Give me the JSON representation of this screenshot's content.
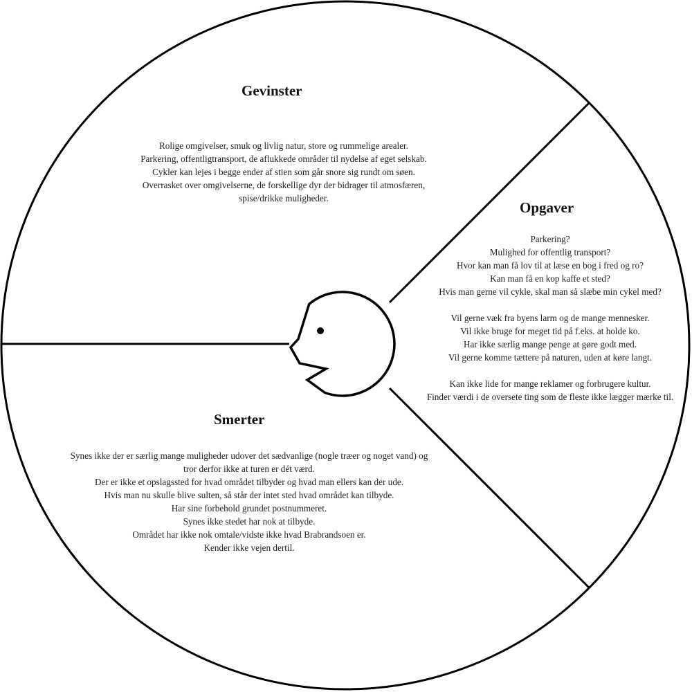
{
  "gevinster": {
    "title": "Gevinster",
    "lines": [
      "Rolige omgivelser, smuk og livlig natur, store og rummelige arealer.",
      "Parkering, offentligtransport, de aflukkede områder til nydelse af eget selskab.",
      "Cykler kan lejes i begge ender af stien som går snore sig rundt om søen.",
      "Overrasket over omgivelserne, de forskellige dyr der bidrager til atmosfæren,",
      "spise/drikke muligheder."
    ]
  },
  "opgaver": {
    "title": "Opgaver",
    "lines": [
      "Parkering?",
      "Mulighed for offentlig transport?",
      "Hvor kan man få lov til at læse en bog i fred og ro?",
      "Kan man få en kop kaffe et sted?",
      "Hvis man gerne vil cykle, skal man så slæbe min cykel med?",
      "Vil gerne væk fra byens larm og de mange mennesker.",
      "Vil ikke bruge for meget tid på f.eks. at holde ko.",
      "Har ikke særlig mange penge at gøre godt med.",
      "Vil gerne komme tættere på naturen, uden at køre langt.",
      "Kan ikke lide for mange reklamer og forbrugere kultur.",
      "Finder værdi i de oversete ting som de fleste ikke lægger mærke til."
    ]
  },
  "smerter": {
    "title": "Smerter",
    "lines": [
      "Synes ikke der er særlig mange muligheder udover det sædvanlige (nogle træer og noget vand) og",
      "tror derfor ikke at turen er dét værd.",
      "Der er ikke et opslagssted for hvad området tilbyder og hvad man ellers kan der ude.",
      "Hvis man nu skulle blive sulten, så står der intet sted hvad området kan tilbyde.",
      "Har sine forbehold grundet postnummeret.",
      "Synes ikke stedet har nok at tilbyde.",
      "Området har ikke nok omtale/vidste ikke hvad Brabrandsoen er.",
      "Kender ikke vejen dertil."
    ]
  },
  "colors": {
    "stroke": "#000000",
    "text": "#222222",
    "background": "#ffffff"
  },
  "icons": {
    "center": "face-profile-icon"
  }
}
